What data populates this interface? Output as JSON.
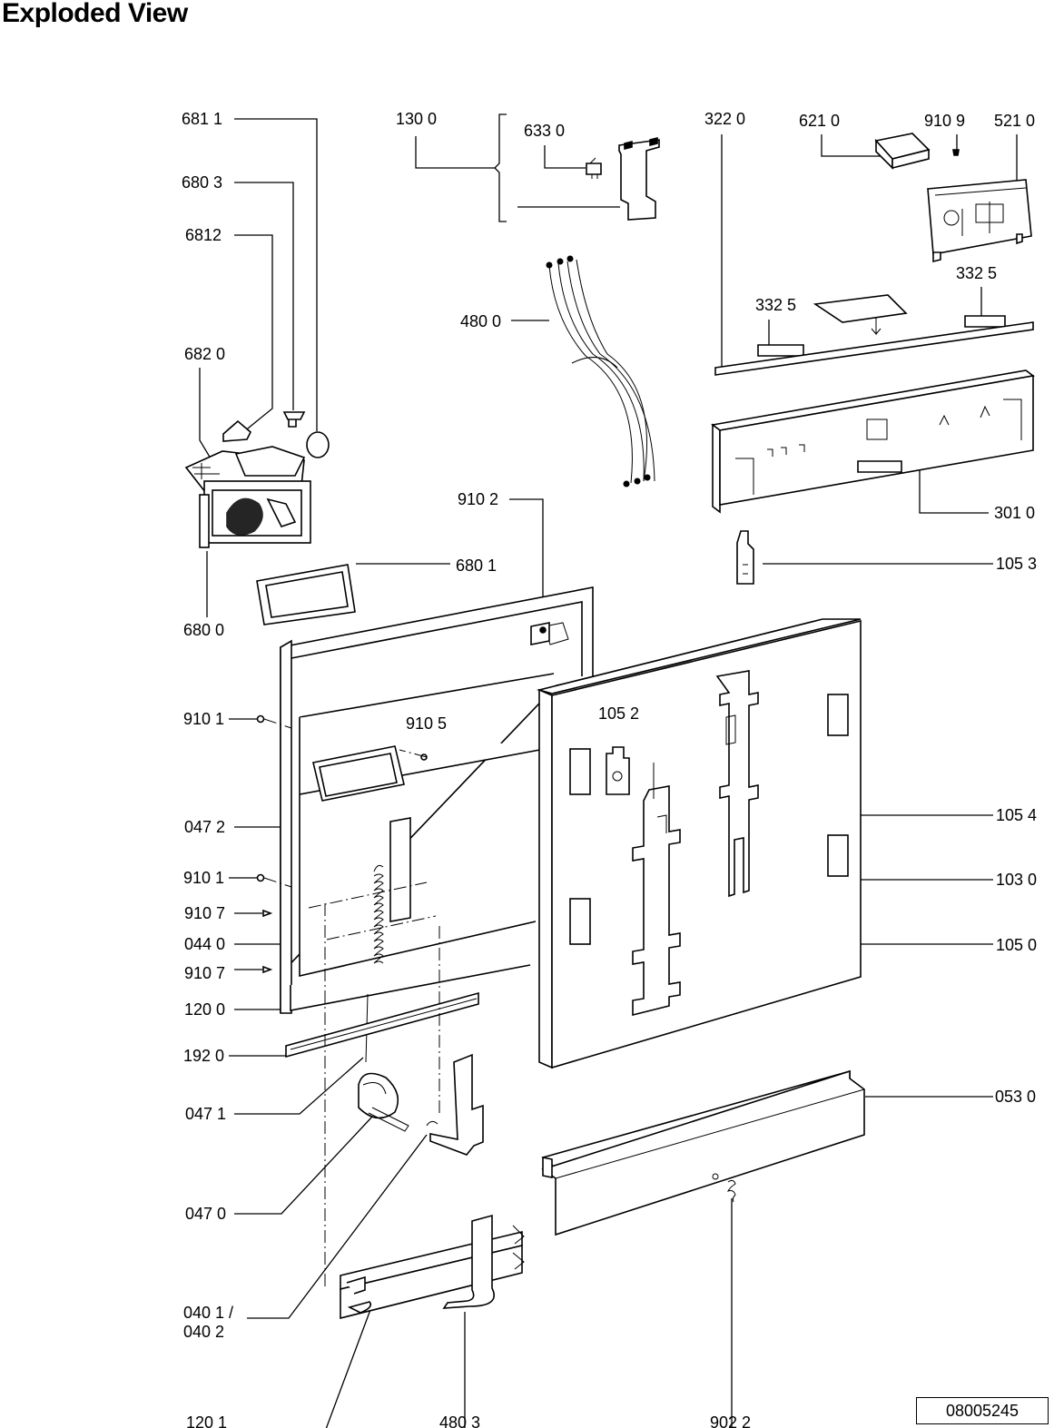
{
  "title": "Exploded View",
  "document_number": "08005245",
  "labels": {
    "l6811": "681 1",
    "l6803": "680 3",
    "l6812": "6812",
    "l6820": "682 0",
    "l6800": "680 0",
    "l6801": "680 1",
    "l1300": "130 0",
    "l6330": "633 0",
    "l4800": "480 0",
    "l3220": "322  0",
    "l6210": "621 0",
    "l9109": "910 9",
    "l5210": "521 0",
    "l3325a": "332  5",
    "l3325b": "332  5",
    "l3010": "301 0",
    "l1053": "105 3",
    "l9102": "910 2",
    "l9101a": "910 1",
    "l9105": "910 5",
    "l1052": "105 2",
    "l1054": "105 4",
    "l0472": "047 2",
    "l9101b": "910 1",
    "l1030": "103 0",
    "l9107a": "910 7",
    "l0440": "044 0",
    "l1050": "105 0",
    "l9107b": "910 7",
    "l1200": "120 0",
    "l1920": "192 0",
    "l0471": "047 1",
    "l0530": "053 0",
    "l0470": "047 0",
    "l0401": "040 1 /",
    "l0402": "040 2",
    "l1201": "120 1",
    "l4803": "480 3",
    "l9022": "902 2"
  }
}
